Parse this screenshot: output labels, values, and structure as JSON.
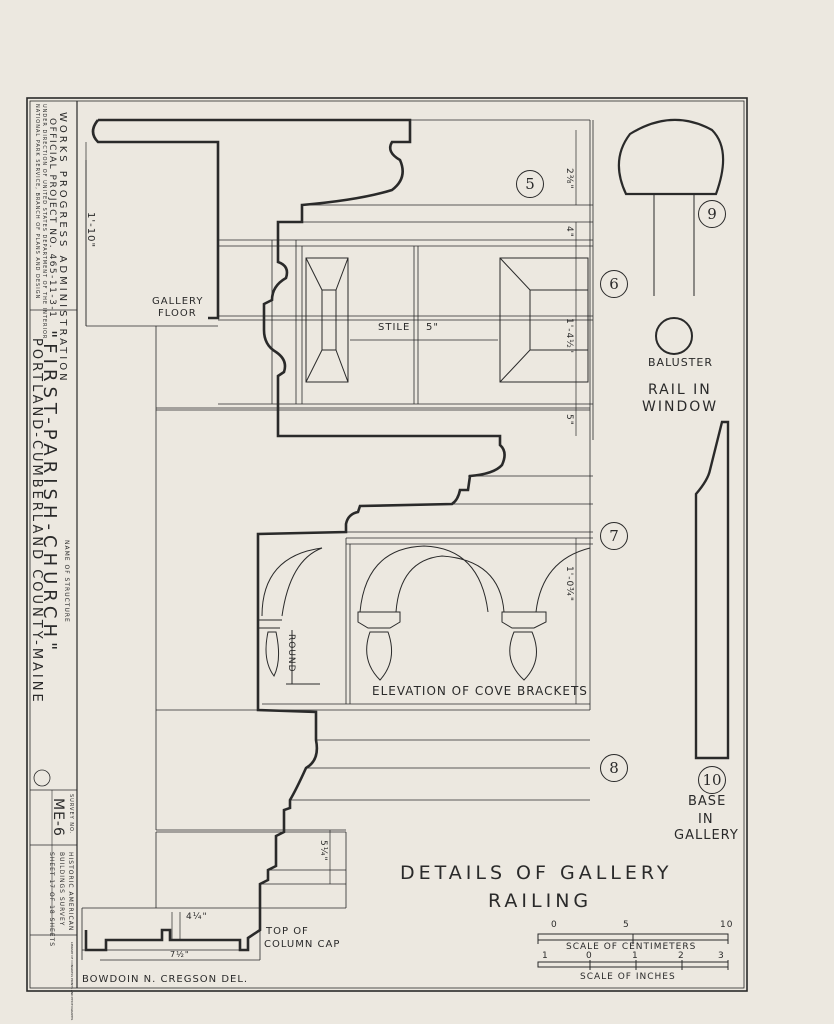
{
  "title_block": {
    "agency_line1": "WORKS PROGRESS ADMINISTRATION",
    "agency_line2": "OFFICIAL PROJECT NO. 465-11-3-1",
    "agency_line3": "UNDER DIRECTION OF UNITED STATES DEPARTMENT OF THE INTERIOR",
    "agency_line4": "NATIONAL PARK SERVICE, BRANCH OF PLANS AND DESIGN",
    "structure_caption": "NAME OF STRUCTURE",
    "structure_name": "\"FIRST-PARISH-CHURCH\"",
    "location": "PORTLAND-CUMBERLAND COUNTY-MAINE",
    "survey_caption": "SURVEY NO.",
    "survey_no": "ME-6",
    "habs_line1": "HISTORIC AMERICAN",
    "habs_line2": "BUILDINGS SURVEY",
    "sheet_text": "SHEET 17 OF 18 SHEETS",
    "corner_note": "LIBRARY OF CONGRESS PRINTS AND PHOTOGRAPHS"
  },
  "labels": {
    "gallery_floor_1": "GALLERY",
    "gallery_floor_2": "FLOOR",
    "stile": "STILE",
    "stile_dim": "5\"",
    "round": "ROUND",
    "elevation": "ELEVATION OF COVE BRACKETS",
    "baluster": "BALUSTER",
    "rail_in_window_1": "RAIL IN",
    "rail_in_window_2": "WINDOW",
    "base_1": "BASE",
    "base_2": "IN",
    "base_3": "GALLERY",
    "top_of_column_cap_1": "TOP OF",
    "top_of_column_cap_2": "COLUMN CAP",
    "delineator": "BOWDOIN N. CREGSON DEL."
  },
  "dimensions": {
    "d_1_10": "1'-10\"",
    "d_2_3_8": "2⅜\"",
    "d_4": "4\"",
    "d_1_4_1_2": "1'-4½\"",
    "d_5": "5\"",
    "d_1_0_3_4": "1'-0¾\"",
    "d_5_1_4": "5¼\"",
    "d_4_1_4": "4¼\"",
    "d_7_1_2": "7½\""
  },
  "callouts": {
    "c5": "5",
    "c6": "6",
    "c7": "7",
    "c8": "8",
    "c9": "9",
    "c10": "10"
  },
  "drawing_title": {
    "line1": "DETAILS OF GALLERY",
    "line2": "RAILING"
  },
  "scales": {
    "cm_0": "0",
    "cm_5": "5",
    "cm_10": "10",
    "cm_label": "SCALE OF CENTIMETERS",
    "in_1a": "1",
    "in_0": "0",
    "in_1": "1",
    "in_2": "2",
    "in_3": "3",
    "in_label": "SCALE OF INCHES"
  }
}
